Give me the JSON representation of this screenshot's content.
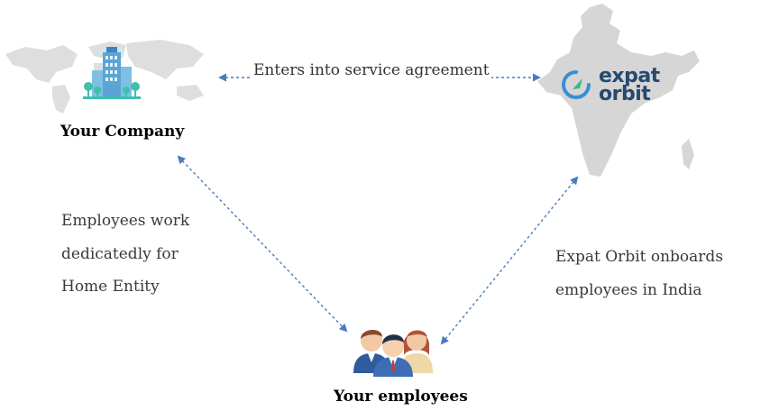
{
  "nodes": {
    "company": {
      "label": "Your Company"
    },
    "expat_orbit": {
      "logo_line1": "expat",
      "logo_line2": "orbit"
    },
    "employees": {
      "label": "Your employees"
    }
  },
  "edges": {
    "company_to_expat": {
      "label": "Enters into service agreement"
    },
    "company_to_employees": {
      "lines": [
        "Employees work",
        "dedicatedly for",
        "Home Entity"
      ]
    },
    "expat_to_employees": {
      "lines": [
        "Expat Orbit onboards",
        "employees in India"
      ]
    }
  },
  "colors": {
    "arrow": "#4a7ac0",
    "map": "#d6d6d6",
    "building_teal": "#3fbfad",
    "building_blue": "#5aa5d6",
    "logo_accent": "#3a8fcf",
    "logo_text": "#264a70"
  },
  "icons": [
    "world-map-icon",
    "building-icon",
    "india-map-icon",
    "expat-orbit-logo-icon",
    "employees-group-icon"
  ]
}
